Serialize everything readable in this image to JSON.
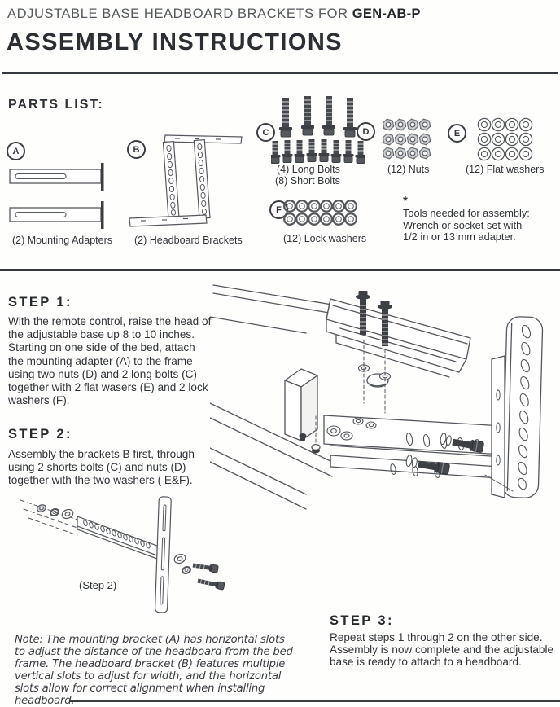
{
  "header": {
    "kicker_prefix": "ADJUSTABLE BASE HEADBOARD BRACKETS FOR ",
    "kicker_model": "GEN-AB-P",
    "title": "ASSEMBLY INSTRUCTIONS"
  },
  "parts_list": {
    "heading": "PARTS LIST:",
    "parts": {
      "A": {
        "letter": "A",
        "label": "(2) Mounting Adapters"
      },
      "B": {
        "letter": "B",
        "label": "(2) Headboard Brackets"
      },
      "C": {
        "letter": "C",
        "label1": "(4) Long Bolts",
        "label2": "(8) Short Bolts"
      },
      "D": {
        "letter": "D",
        "label": "(12) Nuts"
      },
      "E": {
        "letter": "E",
        "label": "(12) Flat washers"
      },
      "F": {
        "letter": "F",
        "label": "(12) Lock washers"
      }
    },
    "tools_note": {
      "asterisk": "*",
      "lines": [
        "Tools needed for assembly:",
        "Wrench or socket set with",
        "1/2 in or 13 mm adapter."
      ]
    }
  },
  "steps": {
    "step1": {
      "heading": "STEP 1:",
      "body": "With the remote control, raise the head of the adjustable base up 8 to 10 inches. Starting on one side of the bed, attach the mounting adapter (A) to the frame using two nuts (D) and 2 long bolts (C) together with 2 flat wasers (E) and 2 lock washers (F)."
    },
    "step2": {
      "heading": "STEP 2:",
      "body": "Assembly the brackets B first, through using 2 shorts bolts (C) and nuts (D) together with the two washers ( E&F)."
    },
    "step3": {
      "heading": "STEP 3:",
      "body": "Repeat steps 1 through 2 on the other side. Assembly is now complete and the adjustable base is ready to attach to a headboard."
    }
  },
  "figures": {
    "step2_caption": "(Step 2)"
  },
  "note": "Note: The mounting bracket (A) has horizontal slots to adjust the distance of the headboard from the bed frame. The headboard bracket (B) features multiple vertical slots to adjust for width, and the horizontal slots allow for correct alignment when installing headboard."
}
